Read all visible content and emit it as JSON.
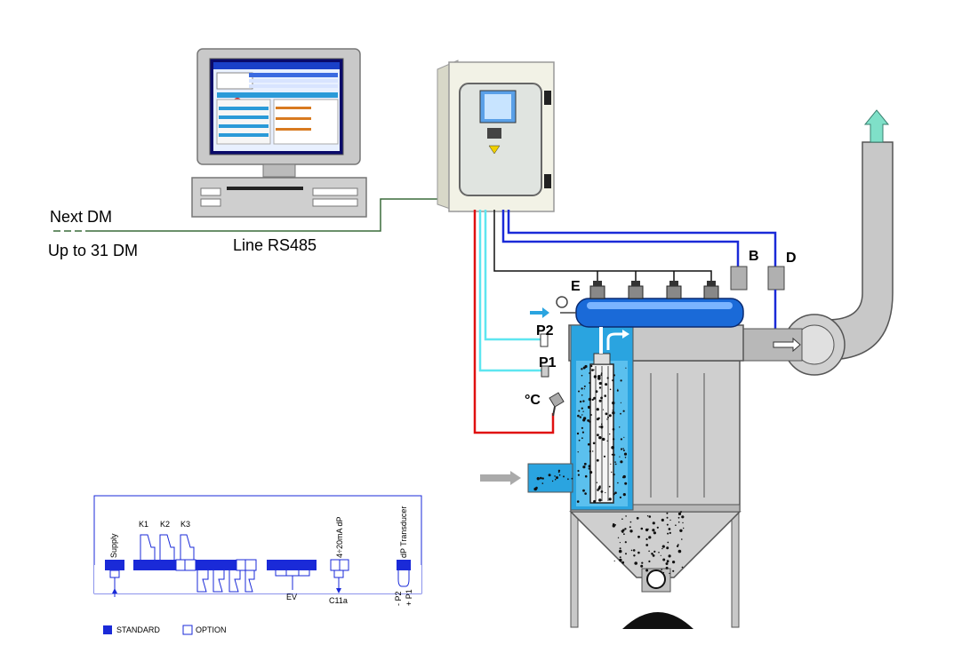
{
  "network": {
    "next_dm": "Next DM",
    "up_to": "Up to 31 DM",
    "line": "Line RS485"
  },
  "labels": {
    "B": "B",
    "D": "D",
    "E": "E",
    "P2": "P2",
    "P1": "P1",
    "temp": "°C"
  },
  "terminal": {
    "supply": "Supply",
    "k1": "K1",
    "k2": "K2",
    "k3": "K3",
    "analog": "4÷20mA dP",
    "transducer": "dP Transducer",
    "ev": "EV",
    "c11a": "C11a",
    "p2": "- P2",
    "p1": "+ P1"
  },
  "legend": {
    "standard": "STANDARD",
    "option": "OPTION"
  },
  "colors": {
    "blue_wire": "#1a2ad8",
    "cyan_wire": "#5ee6f0",
    "red_wire": "#e01010",
    "green_line": "#3a6b3a",
    "filter_blue": "#2aa4e0",
    "standard_block": "#1a2ad8"
  }
}
